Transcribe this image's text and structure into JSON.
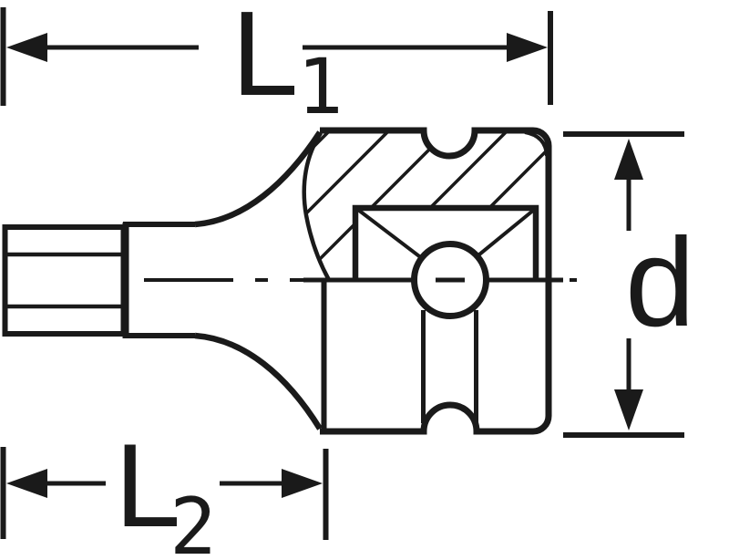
{
  "page": {
    "background": "#ffffff",
    "ink": "#1a1a1a",
    "kind": "technical dimension drawing"
  },
  "figure": {
    "subject": "socket-bit-adapter-side-view-half-section",
    "dimensions": {
      "l1": {
        "base": "L",
        "sub": "1"
      },
      "l2": {
        "base": "L",
        "sub": "2"
      },
      "d": {
        "label": "d"
      }
    }
  }
}
